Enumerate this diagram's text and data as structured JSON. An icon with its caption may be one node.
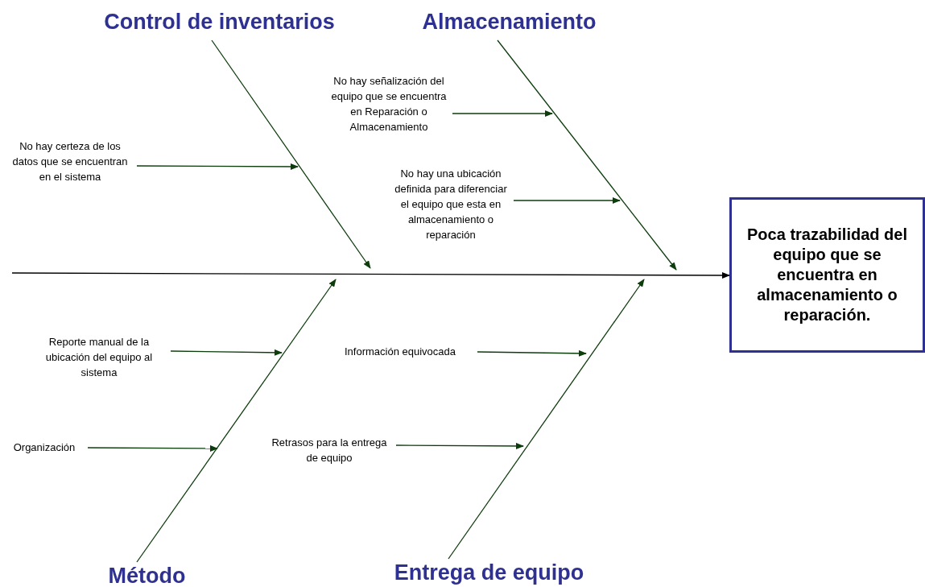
{
  "diagram": {
    "nodes": [
      {
        "text": [
          "Control de inventarios"
        ]
      },
      {
        "text": [
          "Almacenamiento"
        ]
      },
      {
        "text": [
          "No hay certeza de los datos que se encuentran en el sistema"
        ]
      },
      {
        "text": [
          "No hay señalización del equipo que se encuentra en Reparación o Almacenamiento"
        ]
      },
      {
        "text": [
          "No hay una ubicación definida para diferenciar el equipo que esta en almacenamiento o reparación"
        ]
      },
      {
        "text": [
          "Poca trazabilidad del equipo que se encuentra en almacenamiento o reparación."
        ]
      },
      {
        "text": [
          "Reporte manual de la ubicación del equipo al sistema"
        ]
      },
      {
        "text": [
          "Información equivocada"
        ]
      },
      {
        "text": [
          "Organización"
        ]
      },
      {
        "text": [
          "Retrasos para la entrega de equipo"
        ]
      },
      {
        "text": [
          "Método"
        ]
      },
      {
        "text": [
          "Entrega de equipo"
        ]
      }
    ],
    "edges": [
      {
        "from": null,
        "to": 5,
        "arrow": "to"
      },
      {
        "from": 0,
        "to": null,
        "arrow": "to"
      },
      {
        "from": 1,
        "to": null,
        "arrow": "to"
      },
      {
        "from": 10,
        "to": null,
        "arrow": "to"
      },
      {
        "from": 11,
        "to": null,
        "arrow": "to"
      },
      {
        "from": 2,
        "to": null,
        "arrow": "to"
      },
      {
        "from": 3,
        "to": null,
        "arrow": "to"
      },
      {
        "from": 4,
        "to": null,
        "arrow": "to"
      },
      {
        "from": 6,
        "to": null,
        "arrow": "to"
      },
      {
        "from": 7,
        "to": null,
        "arrow": "to"
      },
      {
        "from": 8,
        "to": null,
        "arrow": "to"
      },
      {
        "from": 9,
        "to": null,
        "arrow": "to"
      }
    ]
  }
}
